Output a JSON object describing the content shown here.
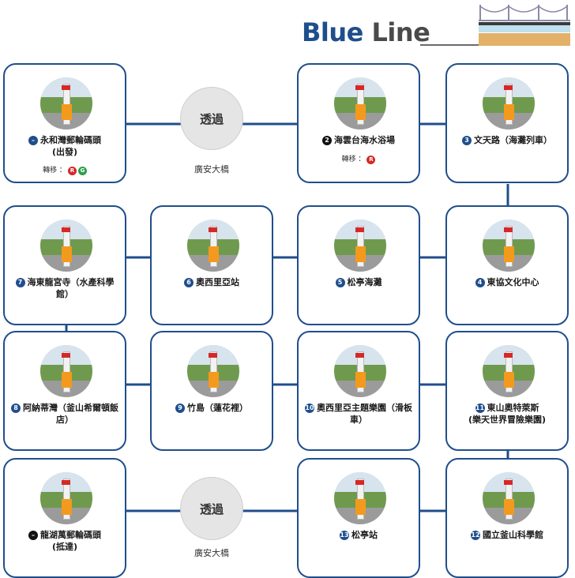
{
  "title": {
    "word1": "Blue",
    "word2": "Line"
  },
  "colors": {
    "line": "#1f4e8c",
    "orange": "#f39a1e",
    "transferR": "#d62828",
    "transferG": "#2e9e48"
  },
  "via": [
    {
      "text": "透過",
      "label": "廣安大橋"
    },
    {
      "text": "透過",
      "label": "廣安大橋"
    }
  ],
  "stations": [
    {
      "num": "–",
      "name": "永和灣郵輪碼頭",
      "sub": "(出發)",
      "transfer_label": "轉移 ：",
      "transfers": [
        "R",
        "G"
      ]
    },
    {
      "num": "2",
      "name": "海雲台海水浴場",
      "transfer_label": "轉移 ：",
      "transfers": [
        "R"
      ]
    },
    {
      "num": "3",
      "name": "文天路（海灘列車）"
    },
    {
      "num": "4",
      "name": "東協文化中心"
    },
    {
      "num": "5",
      "name": "松亭海灘"
    },
    {
      "num": "6",
      "name": "奧西里亞站"
    },
    {
      "num": "7",
      "name": "海東龍宮寺（水產科學館）"
    },
    {
      "num": "8",
      "name": "阿納蒂灣（釜山希爾頓飯店）"
    },
    {
      "num": "9",
      "name": "竹島（蓮花裡）"
    },
    {
      "num": "10",
      "name": "奧西里亞主題樂園（滑板車）"
    },
    {
      "num": "11",
      "name": "東山奧特萊斯",
      "sub": "(樂天世界冒險樂園)"
    },
    {
      "num": "12",
      "name": "國立釜山科學館"
    },
    {
      "num": "13",
      "name": "松亭站"
    },
    {
      "num": "–",
      "name": "龍湖萬郵輪碼頭",
      "sub": "(抵達)"
    }
  ]
}
